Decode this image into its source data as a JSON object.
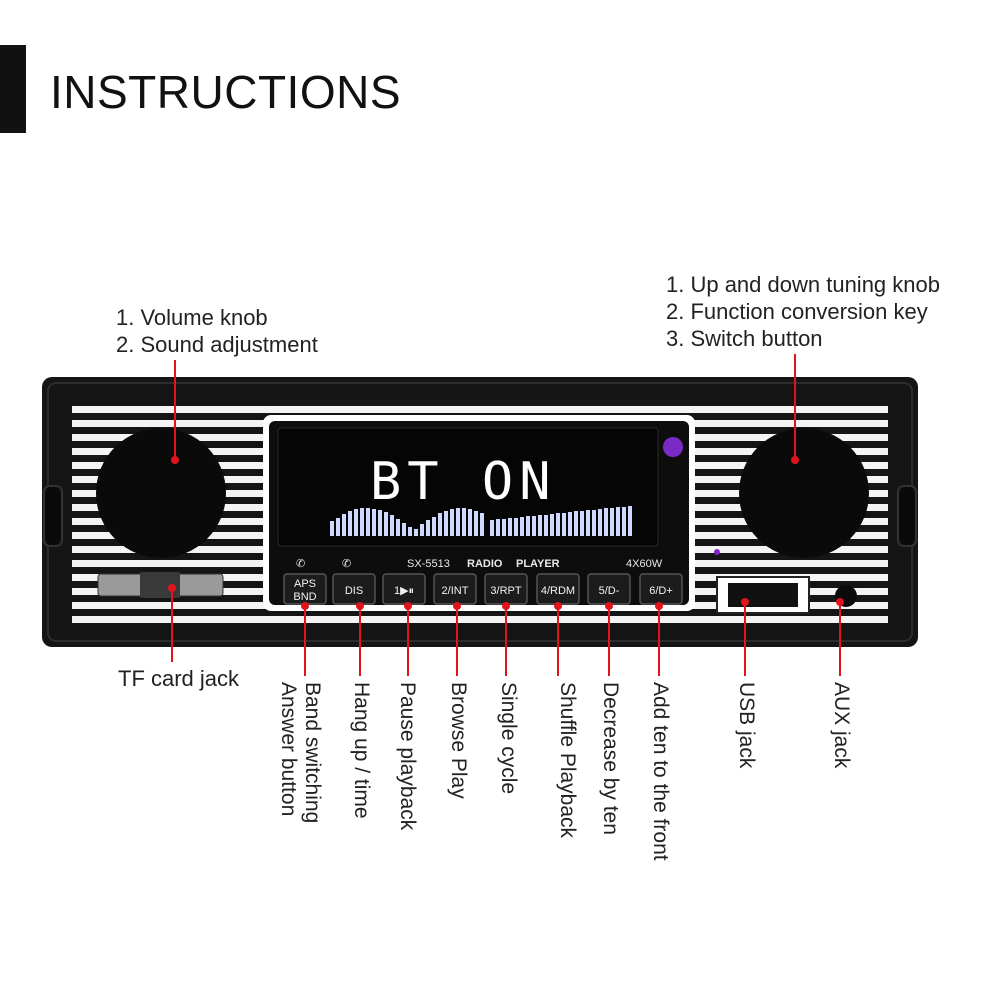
{
  "header": {
    "title": "INSTRUCTIONS"
  },
  "device": {
    "display_text": "BT ON",
    "model": "SX-5513",
    "radio_label": "RADIO",
    "player_label": "PLAYER",
    "power_label": "4X60W",
    "buttons": [
      {
        "line1": "APS",
        "line2": "BND"
      },
      {
        "line1": "DIS"
      },
      {
        "line1": "1▶⏸"
      },
      {
        "line1": "2/INT"
      },
      {
        "line1": "3/RPT"
      },
      {
        "line1": "4/RDM"
      },
      {
        "line1": "5/D-"
      },
      {
        "line1": "6/D+"
      }
    ],
    "phone_icons": [
      "phone-answer-icon",
      "phone-hangup-icon"
    ]
  },
  "left_knob_notes": [
    "1. Volume knob",
    "2. Sound adjustment"
  ],
  "right_knob_notes": [
    "1. Up and down tuning knob",
    "2. Function conversion key",
    "3. Switch button"
  ],
  "tf_card_label": "TF card jack",
  "button_labels": [
    {
      "line1": "Answer button",
      "line2": "Band switching"
    },
    {
      "line1": "Hang up / time"
    },
    {
      "line1": "Pause playback"
    },
    {
      "line1": "Browse Play"
    },
    {
      "line1": "Single cycle"
    },
    {
      "line1": "Shuffle Playback"
    },
    {
      "line1": "Decrease by ten"
    },
    {
      "line1": "Add ten to the front"
    },
    {
      "line1": "USB jack"
    },
    {
      "line1": "AUX jack"
    }
  ],
  "colors": {
    "pointer": "#e1141e",
    "panel": "#111111",
    "indicator": "#7a2bc7"
  }
}
